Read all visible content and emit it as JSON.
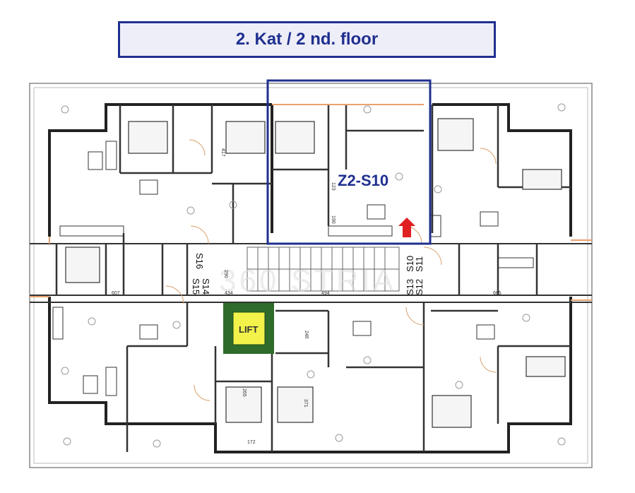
{
  "header": {
    "title": "2. Kat / 2 nd. floor"
  },
  "highlight": {
    "unit_label": "Z2-S10",
    "color": "#1f2f8f",
    "arrow_color": "#e02020"
  },
  "lift": {
    "label": "LIFT",
    "fill": "#f2f24a",
    "border": "#2f6b2a"
  },
  "unit_labels": {
    "s16": "S16",
    "s14": "S14",
    "s15": "S15",
    "s11": "S11",
    "s10": "S10",
    "s12": "S12",
    "s13": "S13"
  },
  "dimensions": {
    "d607": "607",
    "d434": "434",
    "d494": "494",
    "d665": "665",
    "d290": "290",
    "d417": "417",
    "d371": "371",
    "d265": "265",
    "d246": "246",
    "d172": "172",
    "d123": "123",
    "d190": "190"
  },
  "watermark": "360 STRIA"
}
